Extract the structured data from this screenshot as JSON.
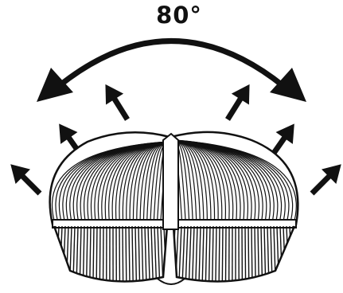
{
  "diagram": {
    "angle_label": "80°",
    "ink_color": "#111111",
    "background_color": "#ffffff",
    "elements": [
      "beam-angle-arc",
      "double-headed-arrow",
      "light-direction-arrows",
      "rotated-light-heads"
    ]
  }
}
